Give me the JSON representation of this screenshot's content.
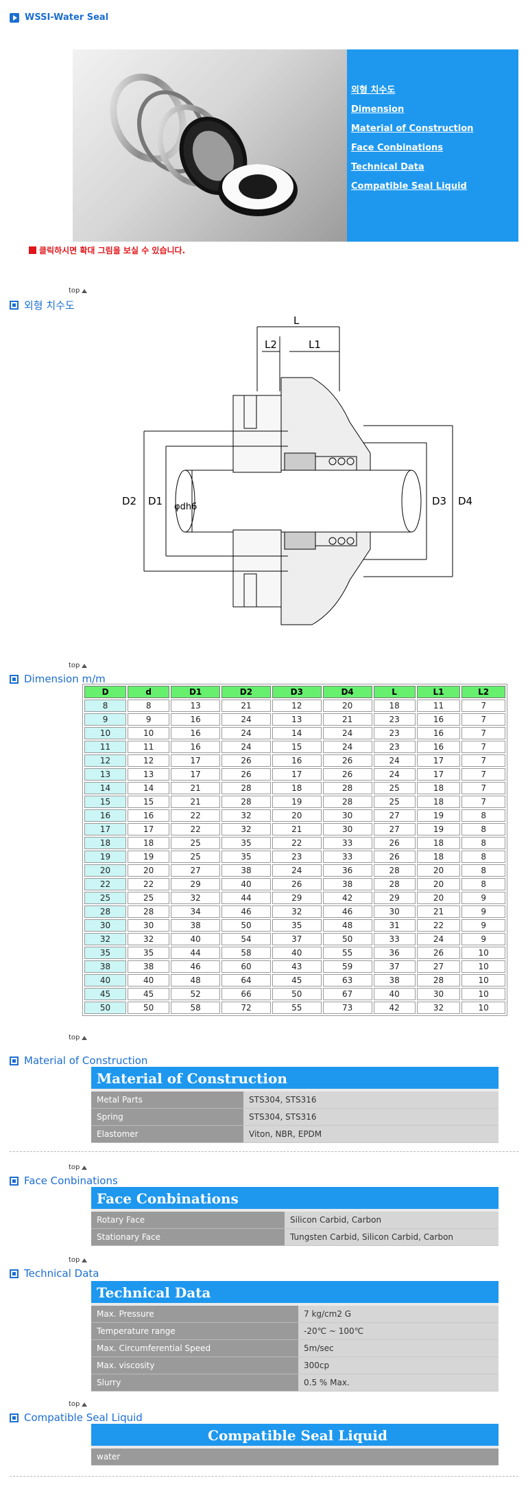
{
  "page_title": "WSSI-Water Seal",
  "menu": [
    {
      "label": "외형 치수도"
    },
    {
      "label": "Dimension"
    },
    {
      "label": "Material of Construction"
    },
    {
      "label": "Face Conbinations"
    },
    {
      "label": "Technical Data"
    },
    {
      "label": "Compatible Seal Liquid"
    }
  ],
  "notice": "클릭하시면 확대 그림을 보실 수 있습니다.",
  "top_label": "top",
  "sections": {
    "outline": "외형 치수도",
    "dimension": "Dimension m/m",
    "material": "Material of Construction",
    "face": "Face Conbinations",
    "technical": "Technical Data",
    "compatible": "Compatible Seal Liquid"
  },
  "drawing_labels": {
    "L": "L",
    "L2": "L2",
    "L1": "L1",
    "D2": "D2",
    "D1": "D1",
    "d": "φdh6",
    "D3": "D3",
    "D4": "D4"
  },
  "dimension_table": {
    "columns": [
      "D",
      "d",
      "D1",
      "D2",
      "D3",
      "D4",
      "L",
      "L1",
      "L2"
    ],
    "rows": [
      [
        "8",
        "8",
        "13",
        "21",
        "12",
        "20",
        "18",
        "11",
        "7"
      ],
      [
        "9",
        "9",
        "16",
        "24",
        "13",
        "21",
        "23",
        "16",
        "7"
      ],
      [
        "10",
        "10",
        "16",
        "24",
        "14",
        "24",
        "23",
        "16",
        "7"
      ],
      [
        "11",
        "11",
        "16",
        "24",
        "15",
        "24",
        "23",
        "16",
        "7"
      ],
      [
        "12",
        "12",
        "17",
        "26",
        "16",
        "26",
        "24",
        "17",
        "7"
      ],
      [
        "13",
        "13",
        "17",
        "26",
        "17",
        "26",
        "24",
        "17",
        "7"
      ],
      [
        "14",
        "14",
        "21",
        "28",
        "18",
        "28",
        "25",
        "18",
        "7"
      ],
      [
        "15",
        "15",
        "21",
        "28",
        "19",
        "28",
        "25",
        "18",
        "7"
      ],
      [
        "16",
        "16",
        "22",
        "32",
        "20",
        "30",
        "27",
        "19",
        "8"
      ],
      [
        "17",
        "17",
        "22",
        "32",
        "21",
        "30",
        "27",
        "19",
        "8"
      ],
      [
        "18",
        "18",
        "25",
        "35",
        "22",
        "33",
        "26",
        "18",
        "8"
      ],
      [
        "19",
        "19",
        "25",
        "35",
        "23",
        "33",
        "26",
        "18",
        "8"
      ],
      [
        "20",
        "20",
        "27",
        "38",
        "24",
        "36",
        "28",
        "20",
        "8"
      ],
      [
        "22",
        "22",
        "29",
        "40",
        "26",
        "38",
        "28",
        "20",
        "8"
      ],
      [
        "25",
        "25",
        "32",
        "44",
        "29",
        "42",
        "29",
        "20",
        "9"
      ],
      [
        "28",
        "28",
        "34",
        "46",
        "32",
        "46",
        "30",
        "21",
        "9"
      ],
      [
        "30",
        "30",
        "38",
        "50",
        "35",
        "48",
        "31",
        "22",
        "9"
      ],
      [
        "32",
        "32",
        "40",
        "54",
        "37",
        "50",
        "33",
        "24",
        "9"
      ],
      [
        "35",
        "35",
        "44",
        "58",
        "40",
        "55",
        "36",
        "26",
        "10"
      ],
      [
        "38",
        "38",
        "46",
        "60",
        "43",
        "59",
        "37",
        "27",
        "10"
      ],
      [
        "40",
        "40",
        "48",
        "64",
        "45",
        "63",
        "38",
        "28",
        "10"
      ],
      [
        "45",
        "45",
        "52",
        "66",
        "50",
        "67",
        "40",
        "30",
        "10"
      ],
      [
        "50",
        "50",
        "58",
        "72",
        "55",
        "73",
        "42",
        "32",
        "10"
      ]
    ]
  },
  "material": {
    "title": "Material of Construction",
    "rows": [
      {
        "k": "Metal Parts",
        "v": "STS304, STS316"
      },
      {
        "k": "Spring",
        "v": "STS304, STS316"
      },
      {
        "k": "Elastomer",
        "v": "Viton, NBR, EPDM"
      }
    ]
  },
  "face": {
    "title": "Face Conbinations",
    "rows": [
      {
        "k": "Rotary Face",
        "v": "Silicon Carbid, Carbon"
      },
      {
        "k": "Stationary Face",
        "v": "Tungsten Carbid, Silicon Carbid, Carbon"
      }
    ]
  },
  "technical": {
    "title": "Technical Data",
    "rows": [
      {
        "k": "Max. Pressure",
        "v": "7 kg/cm2 G"
      },
      {
        "k": "Temperature range",
        "v": "-20℃ ~ 100℃"
      },
      {
        "k": "Max. Circumferential Speed",
        "v": "5m/sec"
      },
      {
        "k": "Max. viscosity",
        "v": "300cp"
      },
      {
        "k": "Slurry",
        "v": "0.5 % Max."
      }
    ]
  },
  "compatible": {
    "title": "Compatible Seal Liquid",
    "rows": [
      {
        "v": "water"
      }
    ]
  }
}
